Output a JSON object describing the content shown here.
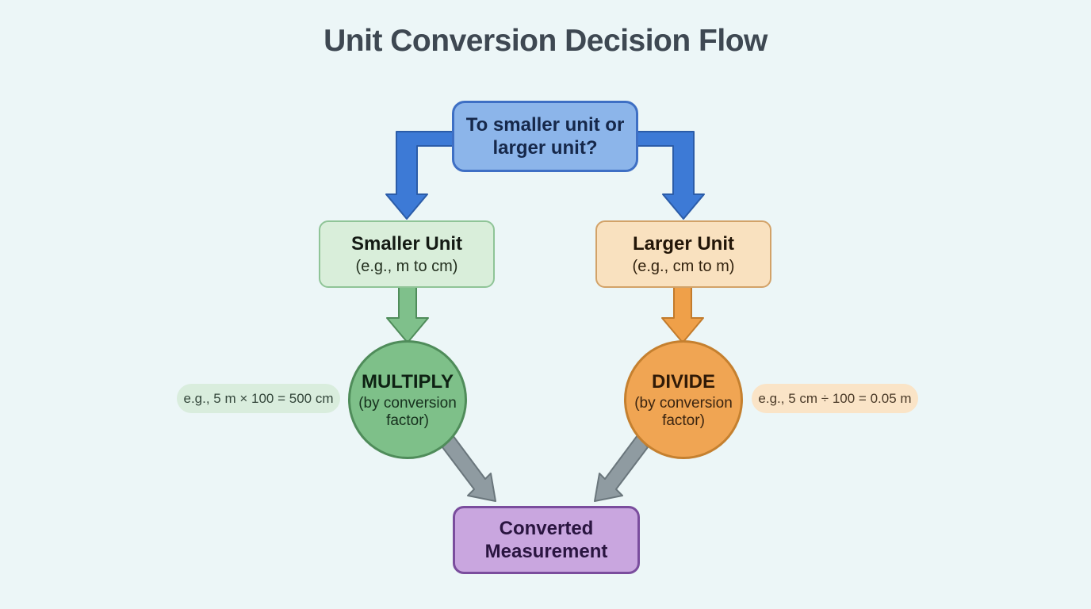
{
  "title": "Unit Conversion Decision Flow",
  "nodes": {
    "decision": {
      "label": "To smaller unit or larger unit?"
    },
    "smaller_unit": {
      "label": "Smaller Unit",
      "sublabel": "(e.g., m to cm)"
    },
    "larger_unit": {
      "label": "Larger Unit",
      "sublabel": "(e.g., cm to m)"
    },
    "multiply": {
      "label": "MULTIPLY",
      "sublabel": "(by conversion factor)"
    },
    "divide": {
      "label": "DIVIDE",
      "sublabel": "(by conversion factor)"
    },
    "result": {
      "label": "Converted Measurement"
    }
  },
  "annotations": {
    "multiply_example": "e.g., 5 m × 100 = 500 cm",
    "divide_example": "e.g., 5 cm ÷ 100 = 0.05 m"
  },
  "colors": {
    "background": "#ECF6F7",
    "title_text": "#3E4852",
    "decision_fill": "#8CB5EA",
    "decision_border": "#3E6FC4",
    "blue_arrow": "#3D7AD6",
    "smaller_fill": "#D9EEDA",
    "smaller_border": "#8FC497",
    "larger_fill": "#F9E1BF",
    "larger_border": "#D2A268",
    "multiply_fill": "#7EC089",
    "multiply_border": "#4F8C5A",
    "divide_fill": "#F0A553",
    "divide_border": "#C5802F",
    "result_fill": "#C9A6DF",
    "result_border": "#7A4D9D",
    "gray_arrow": "#8F9BA1"
  }
}
